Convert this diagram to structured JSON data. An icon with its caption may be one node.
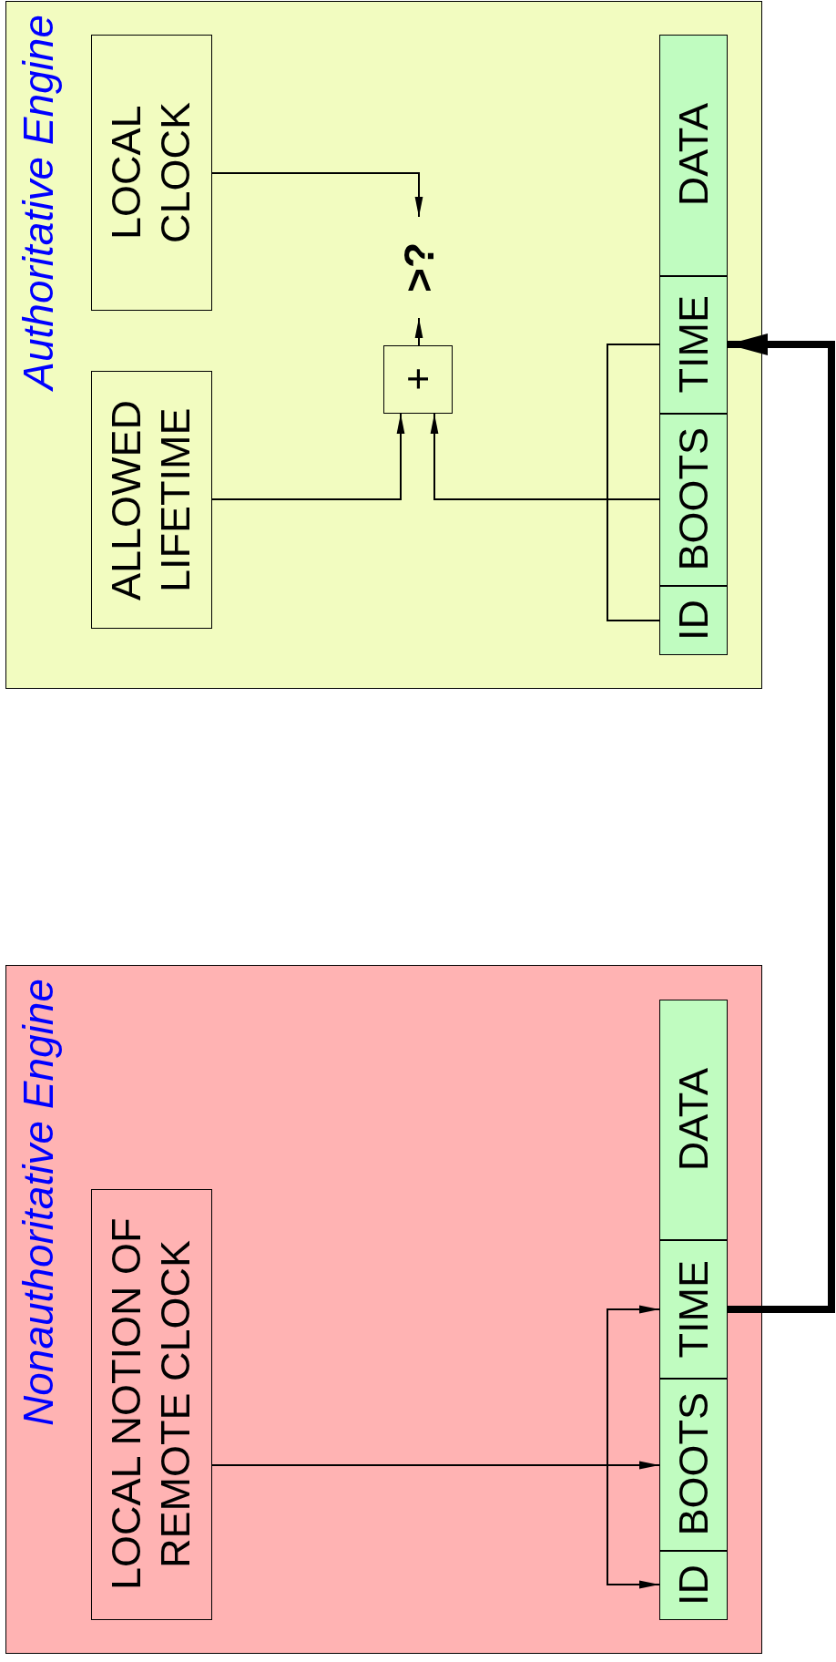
{
  "diagram": {
    "nodes": [
      {
        "text": [
          "Authoritative Engine"
        ]
      },
      {
        "text": [
          "LOCAL CLOCK"
        ],
        "in": 0
      },
      {
        "text": [
          "ALLOWED LIFETIME"
        ],
        "in": 0
      },
      {
        "text": [
          ">?"
        ],
        "in": 0
      },
      {
        "text": [
          "+"
        ],
        "in": 0
      },
      {
        "text": [
          "DATA"
        ],
        "in": 0
      },
      {
        "text": [
          "TIME"
        ],
        "in": 0
      },
      {
        "text": [
          "BOOTS"
        ],
        "in": 0
      },
      {
        "text": [
          "ID"
        ],
        "in": 0
      },
      {
        "text": [
          "Nonauthoritative Engine"
        ]
      },
      {
        "text": [
          "LOCAL NOTION OF REMOTE CLOCK"
        ],
        "in": 9
      },
      {
        "text": [
          "DATA"
        ],
        "in": 9
      },
      {
        "text": [
          "TIME"
        ],
        "in": 9
      },
      {
        "text": [
          "BOOTS"
        ],
        "in": 9
      },
      {
        "text": [
          "ID"
        ],
        "in": 9
      }
    ],
    "edges": [
      {
        "from": 1,
        "to": 3,
        "arrow": "to"
      },
      {
        "from": 4,
        "to": 3,
        "arrow": "to"
      },
      {
        "from": 2,
        "to": 4,
        "arrow": "to"
      },
      {
        "from": 7,
        "to": 4,
        "arrow": "to"
      },
      {
        "from": 6,
        "to": 8,
        "arrow": "none"
      },
      {
        "from": 10,
        "to": 12,
        "arrow": "to"
      },
      {
        "from": 10,
        "to": 13,
        "arrow": "to"
      },
      {
        "from": 10,
        "to": 14,
        "arrow": "to"
      },
      {
        "from": 12,
        "to": 6,
        "arrow": "to",
        "style": "thick"
      }
    ]
  }
}
